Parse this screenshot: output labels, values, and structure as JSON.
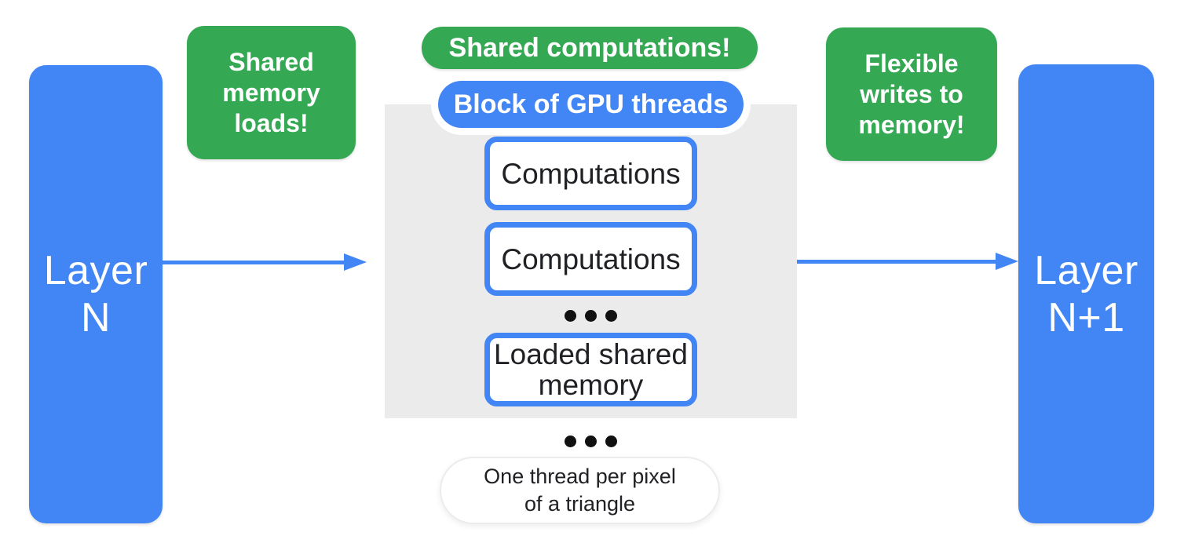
{
  "diagram": {
    "title_semantic": "Block of GPU threads between network layers",
    "nodes": {
      "layer_n": "Layer\nN",
      "layer_n_plus_1": "Layer\nN+1",
      "shared_memory_loads": "Shared\nmemory\nloads!",
      "shared_computations": "Shared computations!",
      "flexible_writes": "Flexible\nwrites to\nmemory!",
      "block_of_gpu_threads": "Block of GPU threads",
      "computations_1": "Computations",
      "computations_2": "Computations",
      "loaded_shared_memory": "Loaded shared\nmemory",
      "caption": "One thread per pixel\nof a triangle"
    },
    "icons": {
      "ellipsis_inside": "three-dots",
      "ellipsis_below": "three-dots",
      "arrow_left": "right-arrow",
      "arrow_right": "right-arrow"
    },
    "colors": {
      "blue": "#4285F4",
      "green": "#34A853",
      "panel_gray": "#EBEBEB",
      "text_dark": "#202124",
      "background": "#FFFFFF"
    }
  }
}
